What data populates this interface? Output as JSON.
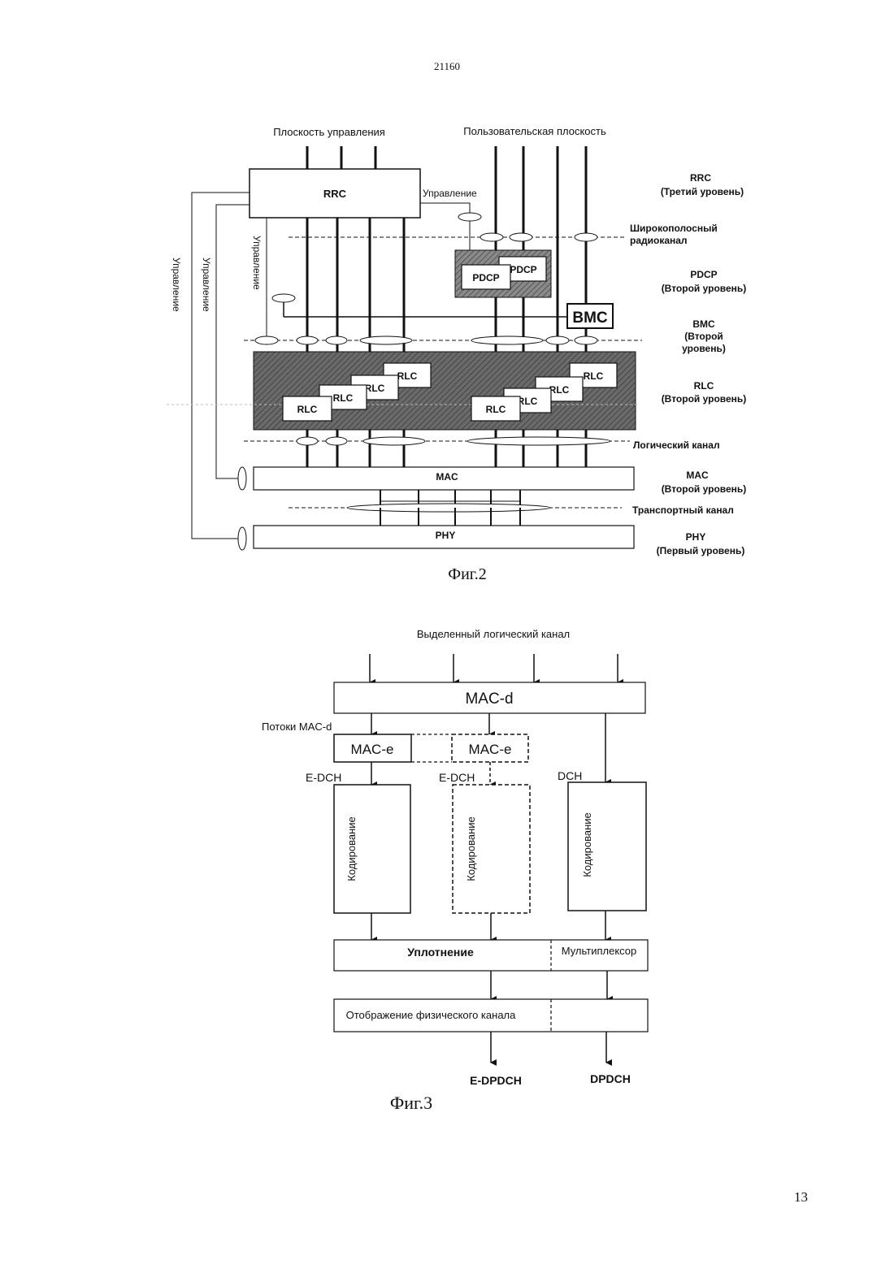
{
  "page": {
    "top_number": "21160",
    "bottom_number": "13"
  },
  "fig2": {
    "caption": "Фиг.2",
    "control_plane": "Плоскость управления",
    "user_plane": "Пользовательская плоскость",
    "rrc": "RRC",
    "rrc_control": "Управление",
    "control_vertical": "Управление",
    "pdcp": "PDCP",
    "bmc": "BMC",
    "rlc": "RLC",
    "mac": "MAC",
    "phy": "PHY",
    "right_labels": {
      "rrc_title": "RRC",
      "rrc_level": "(Третий уровень)",
      "broadband_1": "Широкополосный",
      "broadband_2": "радиоканал",
      "pdcp_title": "PDCP",
      "pdcp_level": "(Второй уровень)",
      "bmc_title": "BMC",
      "bmc_level_1": "(Второй",
      "bmc_level_2": "уровень)",
      "rlc_title": "RLC",
      "rlc_level": "(Второй уровень)",
      "logical_channel": "Логический канал",
      "mac_title": "MAC",
      "mac_level": "(Второй уровень)",
      "transport_channel": "Транспортный канал",
      "phy_title": "PHY",
      "phy_level": "(Первый уровень)"
    }
  },
  "fig3": {
    "caption": "Фиг.3",
    "dedicated_logical": "Выделенный логический канал",
    "mac_d": "MAC-d",
    "mac_d_flows": "Потоки MAC-d",
    "mac_e": "MAC-e",
    "e_dch": "E-DCH",
    "dch": "DCH",
    "coding": "Кодирование",
    "compaction": "Уплотнение",
    "multiplexer": "Мультиплексор",
    "phys_mapping": "Отображение физического канала",
    "e_dpdch": "E-DPDCH",
    "dpdch": "DPDCH"
  },
  "colors": {
    "shade_dark": "#5a5a5a",
    "shade_mid": "#8c8c8c",
    "ink": "#111111"
  }
}
